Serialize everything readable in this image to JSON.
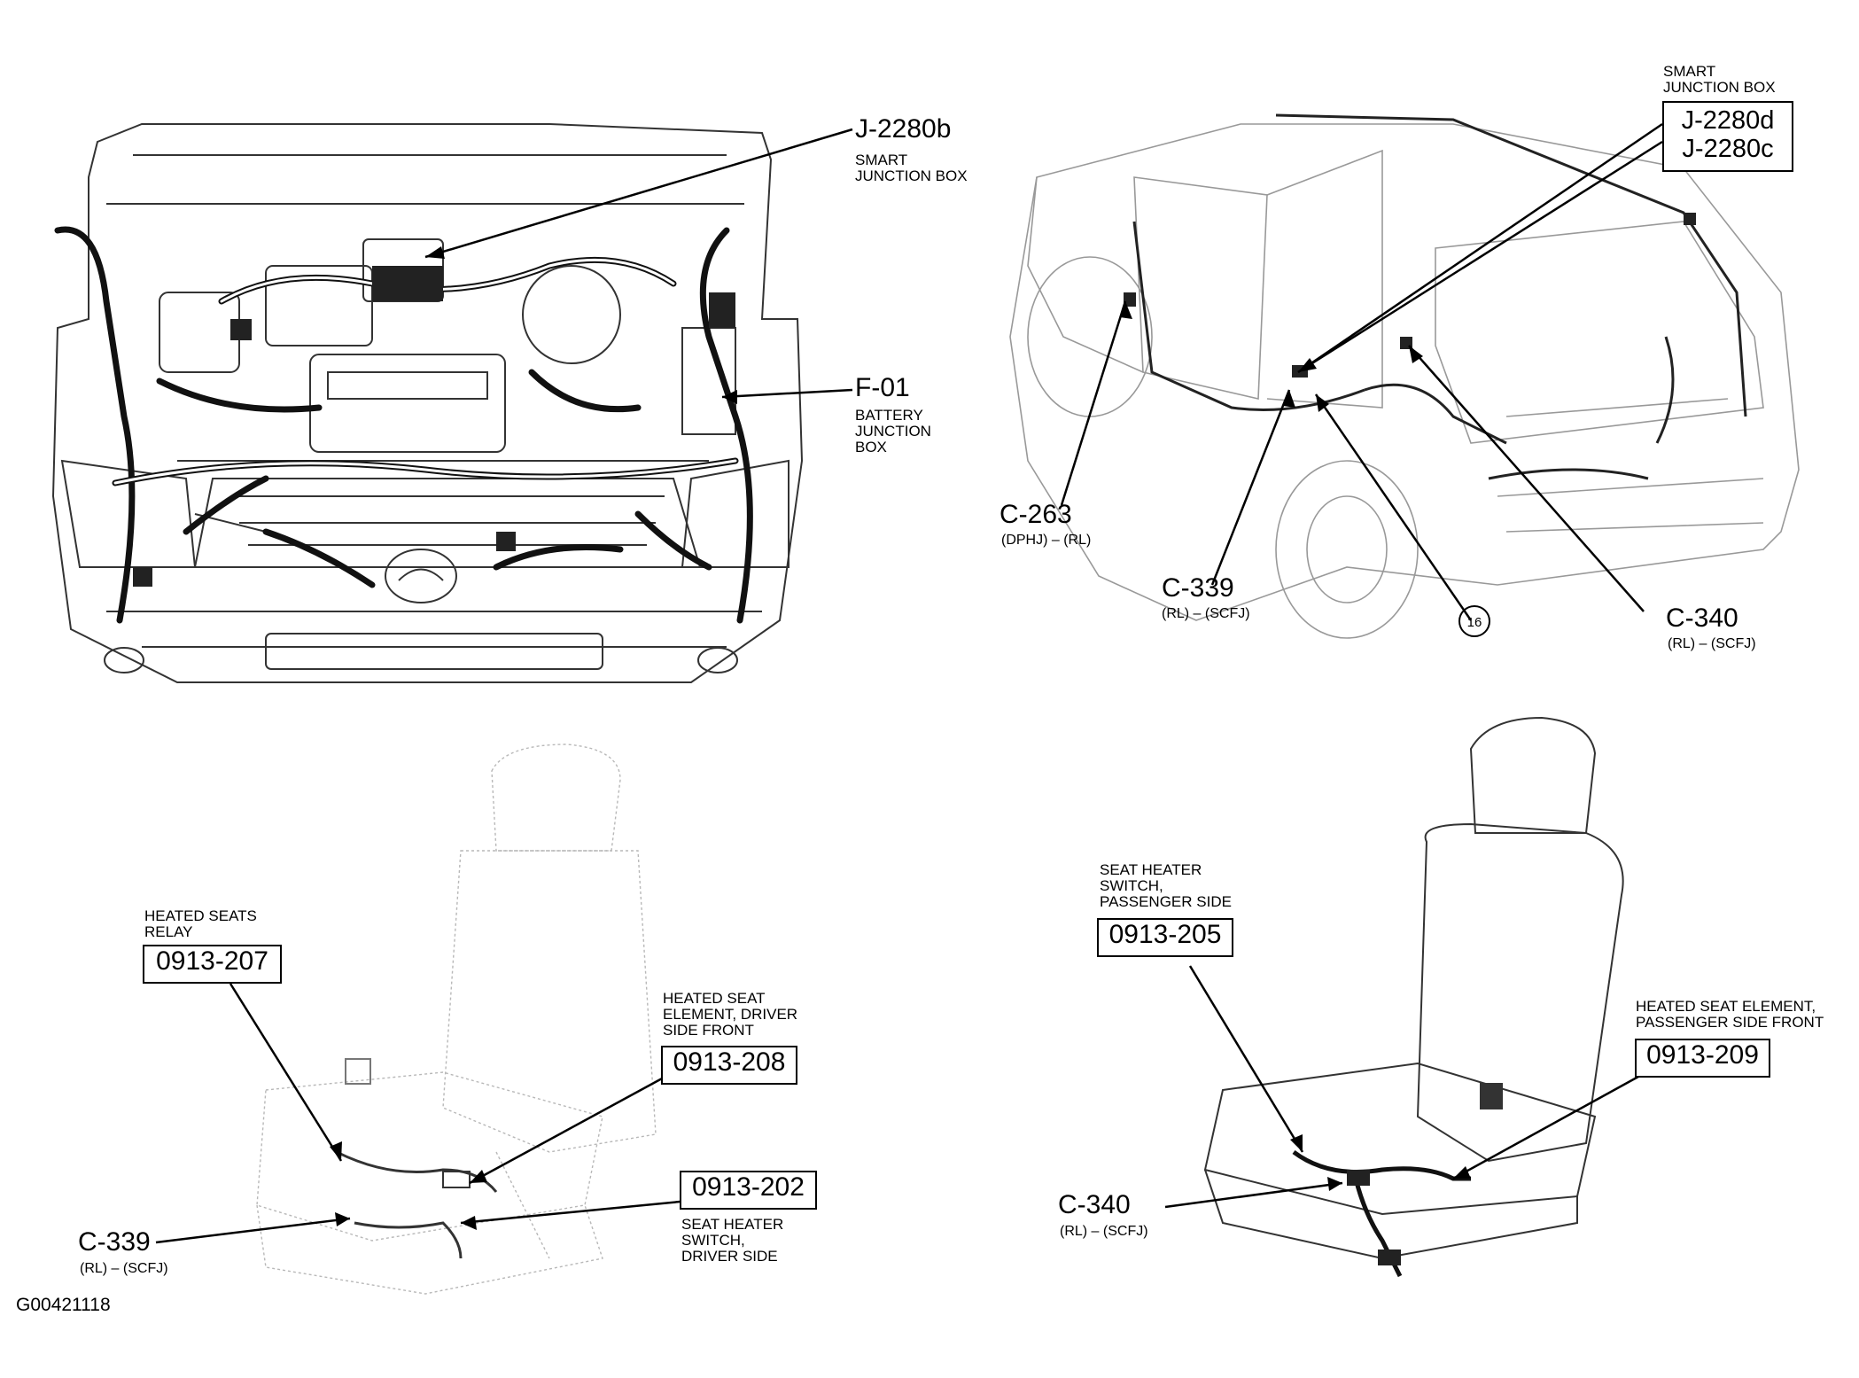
{
  "figure_id": "G00421118",
  "engine_bay": {
    "smart_junction_box": {
      "code": "J-2280b",
      "desc": "SMART\nJUNCTION BOX"
    },
    "battery_junction_box": {
      "code": "F-01",
      "desc": "BATTERY\nJUNCTION\nBOX"
    }
  },
  "vehicle_rear": {
    "smart_junction_box": {
      "desc": "SMART\nJUNCTION BOX",
      "codes": "J-2280d\nJ-2280c"
    },
    "c263": {
      "code": "C-263",
      "desc": "(DPHJ) – (RL)"
    },
    "c339": {
      "code": "C-339",
      "desc": "(RL) – (SCFJ)"
    },
    "c340": {
      "code": "C-340",
      "desc": "(RL) – (SCFJ)"
    },
    "callout_number": "16"
  },
  "driver_seat": {
    "relay": {
      "desc": "HEATED SEATS\nRELAY",
      "code": "0913-207"
    },
    "element": {
      "desc": "HEATED SEAT\nELEMENT, DRIVER\nSIDE FRONT",
      "code": "0913-208"
    },
    "switch": {
      "code": "0913-202",
      "desc": "SEAT HEATER\nSWITCH,\nDRIVER SIDE"
    },
    "c339": {
      "code": "C-339",
      "desc": "(RL) – (SCFJ)"
    }
  },
  "passenger_seat": {
    "switch": {
      "desc": "SEAT HEATER\nSWITCH,\nPASSENGER SIDE",
      "code": "0913-205"
    },
    "element": {
      "desc": "HEATED SEAT ELEMENT,\nPASSENGER SIDE FRONT",
      "code": "0913-209"
    },
    "c340": {
      "code": "C-340",
      "desc": "(RL) – (SCFJ)"
    }
  }
}
